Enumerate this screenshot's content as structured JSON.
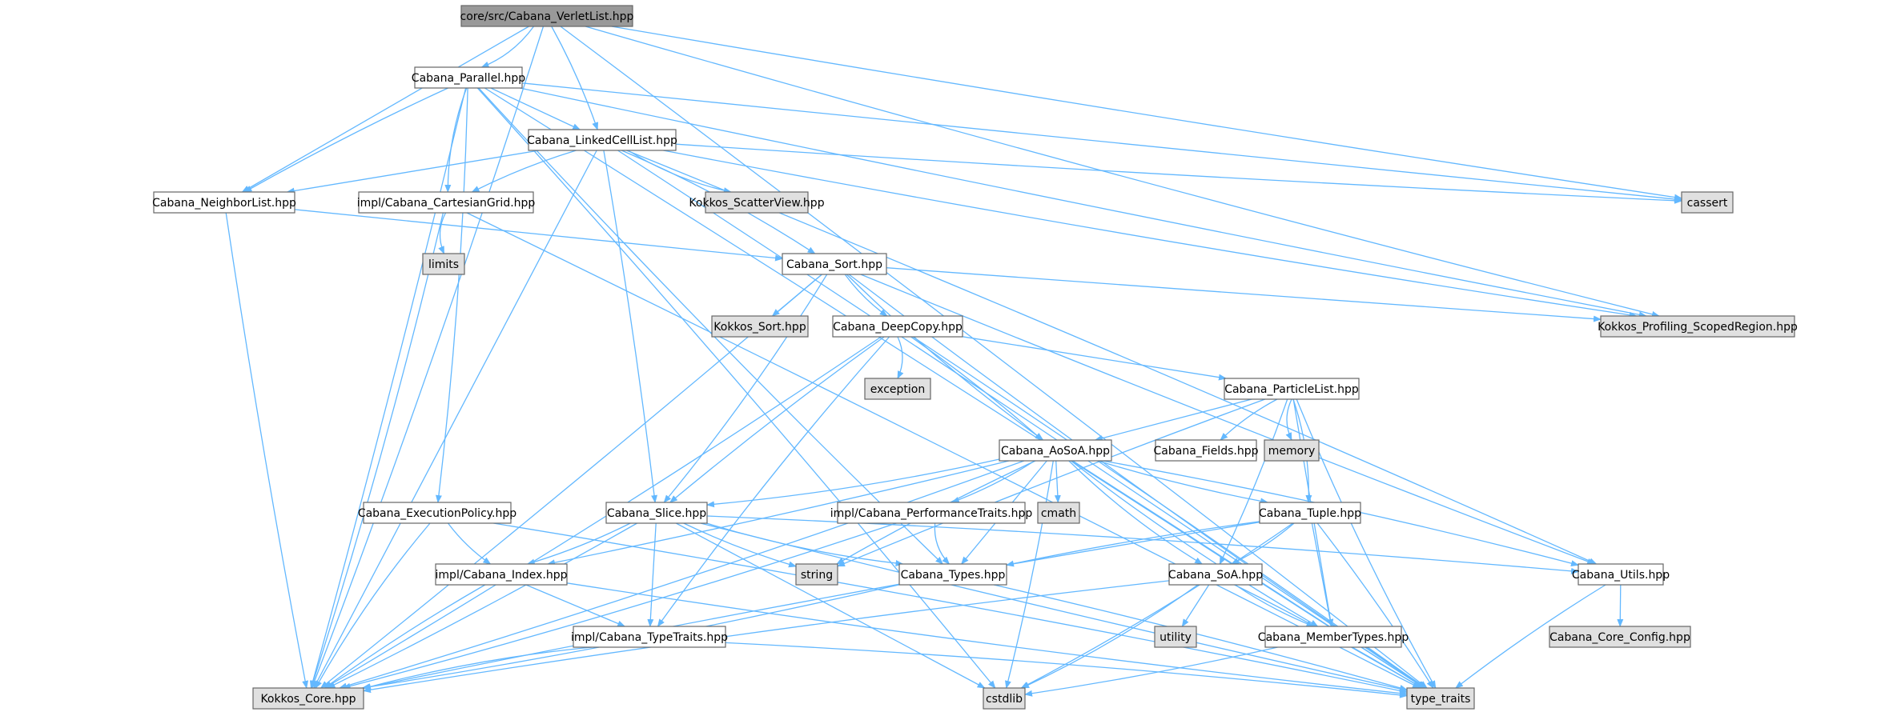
{
  "diagram": {
    "colors": {
      "root": "#999999",
      "local": "#ffffff",
      "external": "#e0e0e0",
      "edge": "#63b8ff",
      "border": "#666666"
    },
    "nodes": [
      {
        "id": "verlet",
        "label": "core/src/Cabana_VerletList.hpp",
        "kind": "root"
      },
      {
        "id": "parallel",
        "label": "Cabana_Parallel.hpp",
        "kind": "local"
      },
      {
        "id": "linked",
        "label": "Cabana_LinkedCellList.hpp",
        "kind": "local"
      },
      {
        "id": "neighbor",
        "label": "Cabana_NeighborList.hpp",
        "kind": "local"
      },
      {
        "id": "cartesian",
        "label": "impl/Cabana_CartesianGrid.hpp",
        "kind": "local"
      },
      {
        "id": "scatter",
        "label": "Kokkos_ScatterView.hpp",
        "kind": "external"
      },
      {
        "id": "cassert",
        "label": "cassert",
        "kind": "external"
      },
      {
        "id": "limits",
        "label": "limits",
        "kind": "external"
      },
      {
        "id": "sort",
        "label": "Cabana_Sort.hpp",
        "kind": "local"
      },
      {
        "id": "ksort",
        "label": "Kokkos_Sort.hpp",
        "kind": "external"
      },
      {
        "id": "deepcopy",
        "label": "Cabana_DeepCopy.hpp",
        "kind": "local"
      },
      {
        "id": "profiling",
        "label": "Kokkos_Profiling_ScopedRegion.hpp",
        "kind": "external"
      },
      {
        "id": "exception",
        "label": "exception",
        "kind": "external"
      },
      {
        "id": "particlelist",
        "label": "Cabana_ParticleList.hpp",
        "kind": "local"
      },
      {
        "id": "aosoa",
        "label": "Cabana_AoSoA.hpp",
        "kind": "local"
      },
      {
        "id": "fields",
        "label": "Cabana_Fields.hpp",
        "kind": "local"
      },
      {
        "id": "memory",
        "label": "memory",
        "kind": "external"
      },
      {
        "id": "execpolicy",
        "label": "Cabana_ExecutionPolicy.hpp",
        "kind": "local"
      },
      {
        "id": "slice",
        "label": "Cabana_Slice.hpp",
        "kind": "local"
      },
      {
        "id": "perftraits",
        "label": "impl/Cabana_PerformanceTraits.hpp",
        "kind": "local"
      },
      {
        "id": "cmath",
        "label": "cmath",
        "kind": "external"
      },
      {
        "id": "tuple",
        "label": "Cabana_Tuple.hpp",
        "kind": "local"
      },
      {
        "id": "index",
        "label": "impl/Cabana_Index.hpp",
        "kind": "local"
      },
      {
        "id": "string",
        "label": "string",
        "kind": "external"
      },
      {
        "id": "types",
        "label": "Cabana_Types.hpp",
        "kind": "local"
      },
      {
        "id": "soa",
        "label": "Cabana_SoA.hpp",
        "kind": "local"
      },
      {
        "id": "utils",
        "label": "Cabana_Utils.hpp",
        "kind": "local"
      },
      {
        "id": "utility",
        "label": "utility",
        "kind": "external"
      },
      {
        "id": "typetraits_impl",
        "label": "impl/Cabana_TypeTraits.hpp",
        "kind": "local"
      },
      {
        "id": "membertypes",
        "label": "Cabana_MemberTypes.hpp",
        "kind": "local"
      },
      {
        "id": "coreconfig",
        "label": "Cabana_Core_Config.hpp",
        "kind": "external"
      },
      {
        "id": "kokkoscore",
        "label": "Kokkos_Core.hpp",
        "kind": "external"
      },
      {
        "id": "cstdlib",
        "label": "cstdlib",
        "kind": "external"
      },
      {
        "id": "type_traits",
        "label": "type_traits",
        "kind": "external"
      }
    ],
    "edges": [
      [
        "verlet",
        "parallel"
      ],
      [
        "verlet",
        "linked"
      ],
      [
        "verlet",
        "neighbor"
      ],
      [
        "verlet",
        "cassert"
      ],
      [
        "verlet",
        "profiling"
      ],
      [
        "verlet",
        "kokkoscore"
      ],
      [
        "verlet",
        "type_traits"
      ],
      [
        "parallel",
        "linked"
      ],
      [
        "parallel",
        "neighbor"
      ],
      [
        "parallel",
        "cartesian"
      ],
      [
        "parallel",
        "execpolicy"
      ],
      [
        "parallel",
        "kokkoscore"
      ],
      [
        "parallel",
        "cassert"
      ],
      [
        "parallel",
        "profiling"
      ],
      [
        "parallel",
        "types"
      ],
      [
        "parallel",
        "cstdlib"
      ],
      [
        "parallel",
        "type_traits"
      ],
      [
        "linked",
        "neighbor"
      ],
      [
        "linked",
        "cartesian"
      ],
      [
        "linked",
        "scatter"
      ],
      [
        "linked",
        "sort"
      ],
      [
        "linked",
        "slice"
      ],
      [
        "linked",
        "kokkoscore"
      ],
      [
        "linked",
        "cassert"
      ],
      [
        "linked",
        "profiling"
      ],
      [
        "linked",
        "utils"
      ],
      [
        "linked",
        "type_traits"
      ],
      [
        "neighbor",
        "sort"
      ],
      [
        "neighbor",
        "kokkoscore"
      ],
      [
        "cartesian",
        "limits"
      ],
      [
        "cartesian",
        "kokkoscore"
      ],
      [
        "cartesian",
        "type_traits"
      ],
      [
        "sort",
        "ksort"
      ],
      [
        "sort",
        "deepcopy"
      ],
      [
        "sort",
        "aosoa"
      ],
      [
        "sort",
        "slice"
      ],
      [
        "sort",
        "kokkoscore"
      ],
      [
        "sort",
        "profiling"
      ],
      [
        "sort",
        "utils"
      ],
      [
        "sort",
        "type_traits"
      ],
      [
        "deepcopy",
        "exception"
      ],
      [
        "deepcopy",
        "aosoa"
      ],
      [
        "deepcopy",
        "particlelist"
      ],
      [
        "deepcopy",
        "slice"
      ],
      [
        "deepcopy",
        "typetraits_impl"
      ],
      [
        "deepcopy",
        "kokkoscore"
      ],
      [
        "deepcopy",
        "type_traits"
      ],
      [
        "particlelist",
        "aosoa"
      ],
      [
        "particlelist",
        "fields"
      ],
      [
        "particlelist",
        "memory"
      ],
      [
        "particlelist",
        "tuple"
      ],
      [
        "particlelist",
        "soa"
      ],
      [
        "particlelist",
        "membertypes"
      ],
      [
        "particlelist",
        "string"
      ],
      [
        "particlelist",
        "type_traits"
      ],
      [
        "aosoa",
        "slice"
      ],
      [
        "aosoa",
        "perftraits"
      ],
      [
        "aosoa",
        "cmath"
      ],
      [
        "aosoa",
        "tuple"
      ],
      [
        "aosoa",
        "soa"
      ],
      [
        "aosoa",
        "utils"
      ],
      [
        "aosoa",
        "index"
      ],
      [
        "aosoa",
        "types"
      ],
      [
        "aosoa",
        "string"
      ],
      [
        "aosoa",
        "membertypes"
      ],
      [
        "aosoa",
        "kokkoscore"
      ],
      [
        "aosoa",
        "cstdlib"
      ],
      [
        "aosoa",
        "type_traits"
      ],
      [
        "execpolicy",
        "index"
      ],
      [
        "execpolicy",
        "kokkoscore"
      ],
      [
        "execpolicy",
        "type_traits"
      ],
      [
        "slice",
        "index"
      ],
      [
        "slice",
        "typetraits_impl"
      ],
      [
        "slice",
        "string"
      ],
      [
        "slice",
        "types"
      ],
      [
        "slice",
        "utils"
      ],
      [
        "slice",
        "kokkoscore"
      ],
      [
        "slice",
        "cstdlib"
      ],
      [
        "slice",
        "type_traits"
      ],
      [
        "perftraits",
        "types"
      ],
      [
        "perftraits",
        "kokkoscore"
      ],
      [
        "tuple",
        "soa"
      ],
      [
        "tuple",
        "membertypes"
      ],
      [
        "tuple",
        "types"
      ],
      [
        "tuple",
        "kokkoscore"
      ],
      [
        "tuple",
        "cstdlib"
      ],
      [
        "tuple",
        "type_traits"
      ],
      [
        "index",
        "typetraits_impl"
      ],
      [
        "index",
        "kokkoscore"
      ],
      [
        "index",
        "type_traits"
      ],
      [
        "types",
        "kokkoscore"
      ],
      [
        "types",
        "type_traits"
      ],
      [
        "soa",
        "utility"
      ],
      [
        "soa",
        "membertypes"
      ],
      [
        "soa",
        "kokkoscore"
      ],
      [
        "soa",
        "cstdlib"
      ],
      [
        "soa",
        "type_traits"
      ],
      [
        "utils",
        "coreconfig"
      ],
      [
        "utils",
        "type_traits"
      ],
      [
        "typetraits_impl",
        "kokkoscore"
      ],
      [
        "typetraits_impl",
        "type_traits"
      ],
      [
        "membertypes",
        "cstdlib"
      ],
      [
        "membertypes",
        "type_traits"
      ]
    ]
  }
}
